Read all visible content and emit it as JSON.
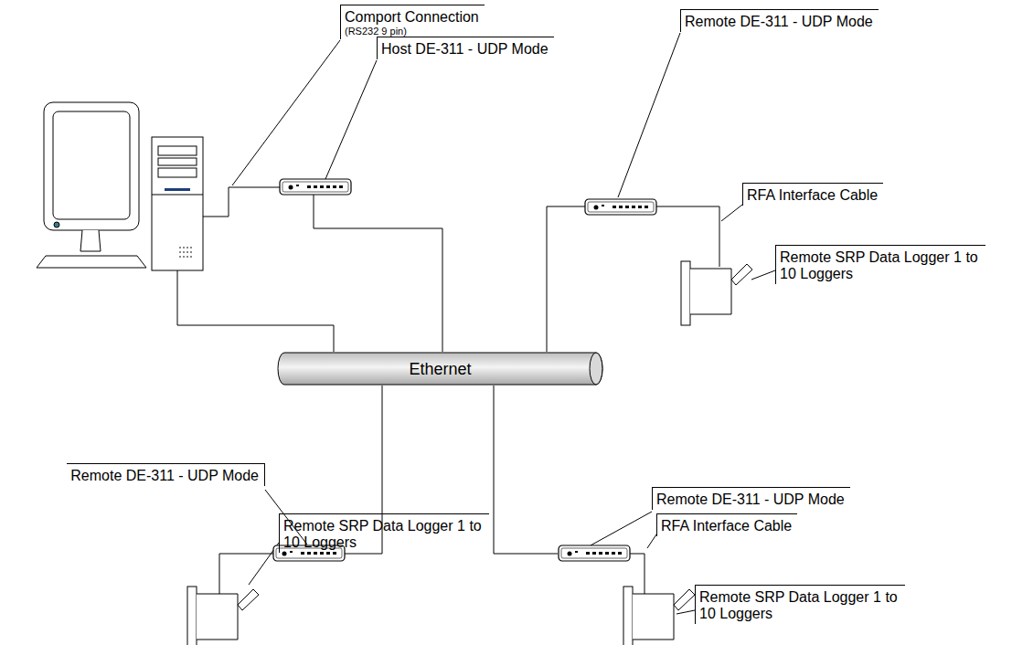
{
  "diagram": {
    "nodes": [
      {
        "text": [
          "Comport Connection",
          "(RS232 9 pin)"
        ]
      },
      {
        "text": [
          "Host DE-311 - UDP Mode"
        ]
      },
      {
        "text": [
          "Remote DE-311 - UDP Mode"
        ]
      },
      {
        "text": [
          "RFA Interface Cable"
        ]
      },
      {
        "text": [
          "Remote SRP Data Logger 1 to 10 Loggers"
        ]
      },
      {
        "text": [
          "Ethernet"
        ]
      },
      {
        "text": [
          "Remote DE-311 - UDP Mode"
        ]
      },
      {
        "text": [
          "Remote DE-311 - UDP Mode"
        ]
      },
      {
        "text": [
          "RFA Interface Cable"
        ]
      },
      {
        "text": [
          "Remote SRP Data Logger 1 to 10 Loggers"
        ]
      },
      {
        "text": [
          "Remote SRP Data Logger 1 to 10 Loggers"
        ]
      }
    ]
  }
}
